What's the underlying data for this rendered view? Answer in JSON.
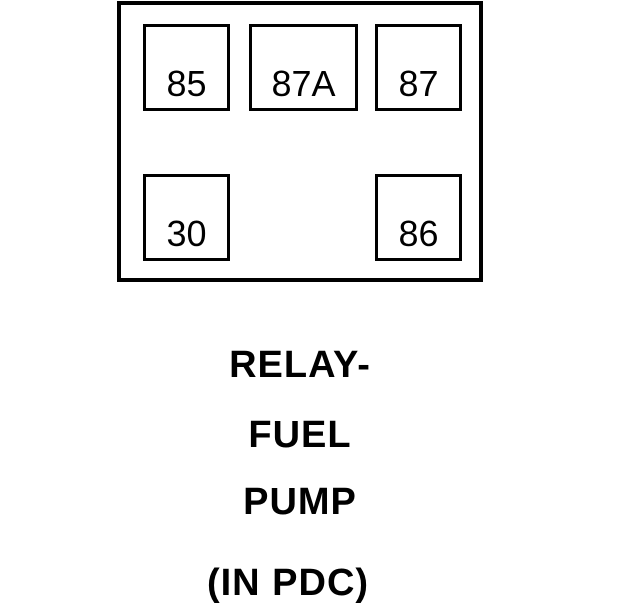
{
  "relay": {
    "terminals": {
      "t85": "85",
      "t87a": "87A",
      "t87": "87",
      "t30": "30",
      "t86": "86"
    }
  },
  "caption": {
    "line1": "RELAY-",
    "line2": "FUEL",
    "line3": "PUMP",
    "line4": "(IN PDC)"
  }
}
